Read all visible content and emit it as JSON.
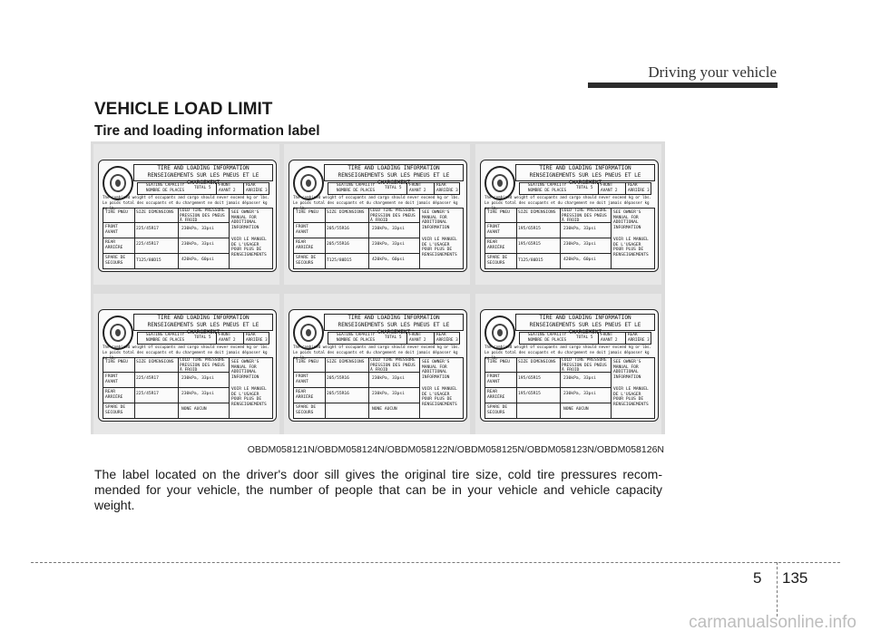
{
  "header": {
    "title": "Driving your vehicle"
  },
  "section": {
    "title": "VEHICLE LOAD LIMIT",
    "subtitle": "Tire and loading information label"
  },
  "label_common": {
    "title_en": "TIRE AND LOADING INFORMATION",
    "title_fr": "RENSEIGNEMENTS SUR LES PNEUS ET LE CHARGEMENT",
    "seating_en": "SEATING CAPACITY",
    "seating_fr": "NOMBRE DE PLACES",
    "total": "TOTAL 5",
    "front": "FRONT AVANT 2",
    "rear": "REAR ARRIÈRE 3",
    "weight_note_en": "The combined weight of occupants and cargo should never exceed kg or lbs.",
    "weight_note_fr": "Le poids total des occupants et du chargement ne doit jamais dépasser kg ou lb.",
    "col_tire": "TIRE PNEU",
    "col_size": "SIZE DIMENSIONS",
    "col_pressure": "COLD TIRE PRESSURE PRESSION DES PNEUS À FROID",
    "col_manual": "SEE OWNER'S MANUAL FOR ADDITIONAL INFORMATION",
    "manual_fr": "VOIR LE MANUEL DE L'USAGER POUR PLUS DE RENSEIGNEMENTS",
    "row_front": "FRONT AVANT",
    "row_rear": "REAR ARRIÈRE",
    "row_spare": "SPARE DE SECOURS"
  },
  "labels": [
    {
      "front_size": "225/45R17",
      "front_pressure": "230kPa, 33psi",
      "rear_size": "225/45R17",
      "rear_pressure": "230kPa, 33psi",
      "spare_size": "T125/80D15",
      "spare_pressure": "420kPa, 60psi"
    },
    {
      "front_size": "205/55R16",
      "front_pressure": "230kPa, 33psi",
      "rear_size": "205/55R16",
      "rear_pressure": "230kPa, 33psi",
      "spare_size": "T125/80D15",
      "spare_pressure": "420kPa, 60psi"
    },
    {
      "front_size": "195/65R15",
      "front_pressure": "230kPa, 33psi",
      "rear_size": "195/65R15",
      "rear_pressure": "230kPa, 33psi",
      "spare_size": "T125/80D15",
      "spare_pressure": "420kPa, 60psi"
    },
    {
      "front_size": "225/45R17",
      "front_pressure": "230kPa, 33psi",
      "rear_size": "225/45R17",
      "rear_pressure": "230kPa, 33psi",
      "spare_size": "",
      "spare_pressure": "NONE AUCUN"
    },
    {
      "front_size": "205/55R16",
      "front_pressure": "230kPa, 33psi",
      "rear_size": "205/55R16",
      "rear_pressure": "230kPa, 33psi",
      "spare_size": "",
      "spare_pressure": "NONE AUCUN"
    },
    {
      "front_size": "195/65R15",
      "front_pressure": "230kPa, 33psi",
      "rear_size": "195/65R15",
      "rear_pressure": "230kPa, 33psi",
      "spare_size": "",
      "spare_pressure": "NONE AUCUN"
    }
  ],
  "figure_caption": "OBDM058121N/OBDM058124N/OBDM058122N/OBDM058125N/OBDM058123N/OBDM058126N",
  "body_text": "The label located on the driver's door sill gives the original tire size, cold tire pressures recom-mended for your vehicle, the number of people that can be in your vehicle and vehicle capacity weight.",
  "footer": {
    "chapter": "5",
    "page": "135"
  },
  "watermark": "carmanualsonline.info"
}
